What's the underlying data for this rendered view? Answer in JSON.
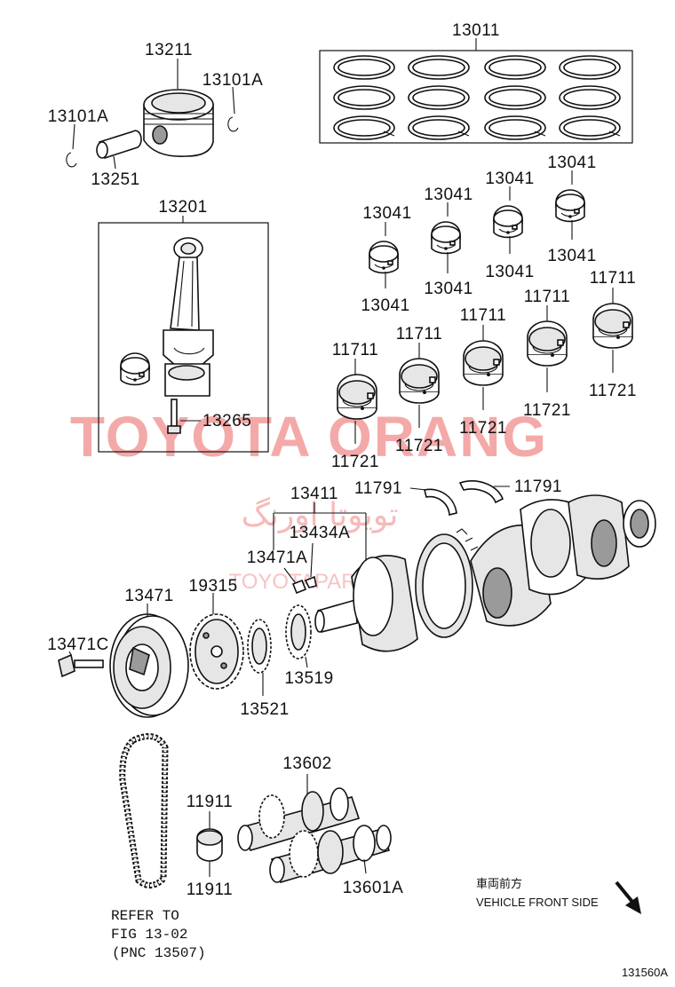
{
  "diagram": {
    "watermarks": {
      "brand": "TOYOTA ORANG",
      "arabic": "تویوتا اورنگ",
      "site": "TOYOTAPARTS.IR"
    },
    "labels": {
      "rings_set": "13011",
      "piston": "13211",
      "snap_ring_right": "13101A",
      "snap_ring_left": "13101A",
      "piston_pin": "13251",
      "conrod_assy": "13201",
      "conrod_bolt": "13265",
      "conrod_bearing_1": "13041",
      "conrod_bearing_2": "13041",
      "conrod_bearing_3": "13041",
      "conrod_bearing_4": "13041",
      "conrod_bearing_5": "13041",
      "conrod_bearing_6": "13041",
      "conrod_bearing_7": "13041",
      "conrod_bearing_8": "13041",
      "main_bearing_upper_1": "11711",
      "main_bearing_upper_2": "11711",
      "main_bearing_upper_3": "11711",
      "main_bearing_upper_4": "11711",
      "main_bearing_upper_5": "11711",
      "main_bearing_lower_1": "11721",
      "main_bearing_lower_2": "11721",
      "main_bearing_lower_3": "11721",
      "main_bearing_lower_4": "11721",
      "main_bearing_lower_5": "11721",
      "thrust_washer_left": "11791",
      "thrust_washer_right": "11791",
      "crankshaft": "13411",
      "key_a": "13434A",
      "key_b": "13471A",
      "pulley": "13471",
      "pulley_bolt": "13471C",
      "timing_gear": "19315",
      "crank_sprocket": "13521",
      "crank_gear": "13519",
      "balance_shaft": "13602",
      "balance_shaft_2": "13601A",
      "balance_bearing_upper": "11911",
      "balance_bearing_lower": "11911",
      "refer_line1": "REFER TO",
      "refer_line2": "FIG 13-02",
      "refer_line3": "(PNC 13507)",
      "front_jp": "車両前方",
      "front_en": "VEHICLE FRONT SIDE",
      "figure_id": "131560A"
    }
  }
}
